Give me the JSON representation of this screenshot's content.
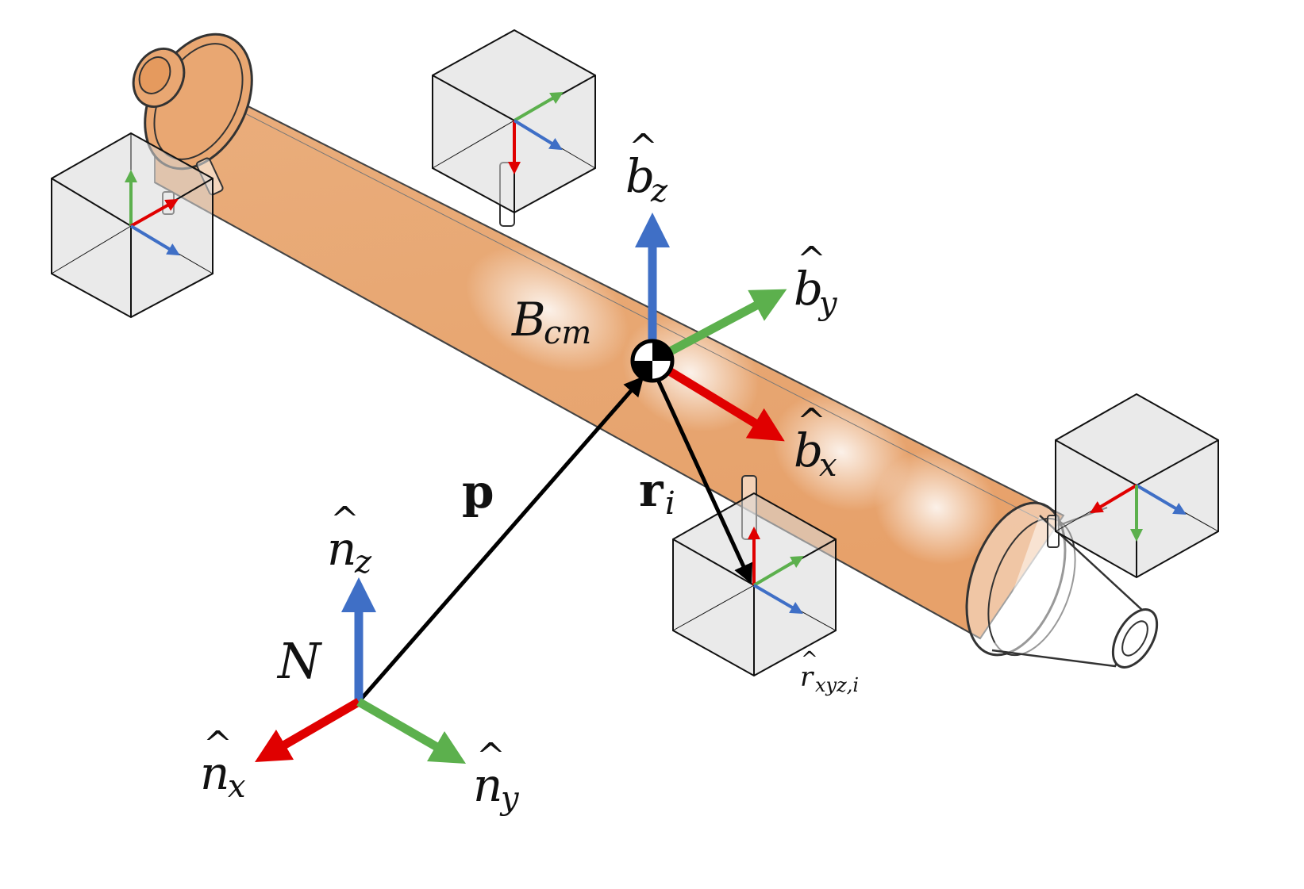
{
  "diagram": {
    "labels": {
      "bz": {
        "main": "b",
        "sub": "z"
      },
      "by": {
        "main": "b",
        "sub": "y"
      },
      "bx": {
        "main": "b",
        "sub": "x"
      },
      "bcm": {
        "main": "B",
        "sub": "cm"
      },
      "p": "p",
      "ri": {
        "main": "r",
        "sub": "i"
      },
      "nz": {
        "main": "n",
        "sub": "z"
      },
      "nx": {
        "main": "n",
        "sub": "x"
      },
      "ny": {
        "main": "n",
        "sub": "y"
      },
      "N": "N",
      "rxyz": {
        "main": "r",
        "sub": "xyz,i"
      }
    },
    "colors": {
      "x_axis": "#e00000",
      "y_axis": "#5cb04d",
      "z_axis": "#3f6fc6",
      "body": "#e8a06a",
      "cube_fill": "#cfcfcf",
      "vector": "#000000"
    }
  }
}
